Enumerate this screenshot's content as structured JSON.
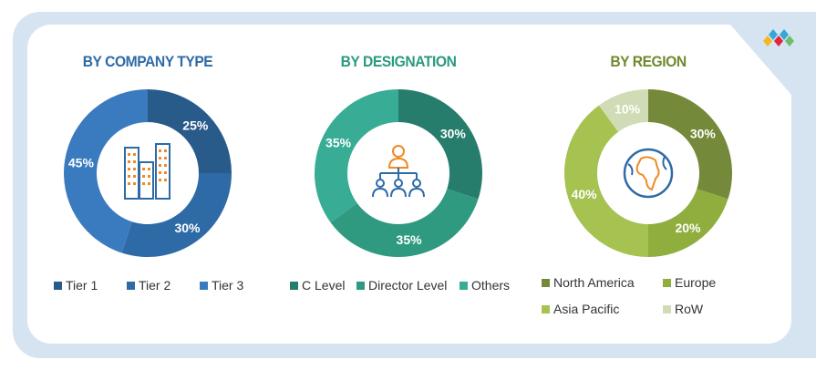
{
  "chart_data": [
    {
      "type": "pie",
      "title": "BY COMPANY TYPE",
      "title_color": "#2e6aa6",
      "categories": [
        "Tier 1",
        "Tier 2",
        "Tier 3"
      ],
      "values": [
        25,
        30,
        45
      ],
      "labels": [
        "25%",
        "30%",
        "45%"
      ],
      "colors": [
        "#285a8a",
        "#2e6aa6",
        "#3a7bbf"
      ],
      "center_icon": "buildings-icon"
    },
    {
      "type": "pie",
      "title": "BY DESIGNATION",
      "title_color": "#2a9a80",
      "categories": [
        "C Level",
        "Director Level",
        "Others"
      ],
      "values": [
        30,
        35,
        35
      ],
      "labels": [
        "30%",
        "35%",
        "35%"
      ],
      "colors": [
        "#267d6c",
        "#2f9a80",
        "#38ac94"
      ],
      "center_icon": "people-hierarchy-icon"
    },
    {
      "type": "pie",
      "title": "BY REGION",
      "title_color": "#6f8a2e",
      "categories": [
        "North America",
        "Europe",
        "Asia Pacific",
        "RoW"
      ],
      "values": [
        30,
        20,
        40,
        10
      ],
      "labels": [
        "30%",
        "20%",
        "40%",
        "10%"
      ],
      "colors": [
        "#75893a",
        "#8fae3e",
        "#a6c250",
        "#cfdcb6"
      ],
      "center_icon": "globe-icon"
    }
  ]
}
